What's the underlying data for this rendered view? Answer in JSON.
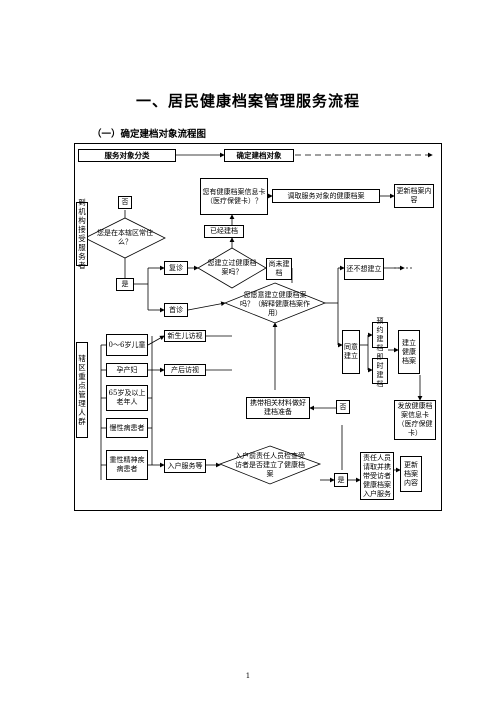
{
  "title": "一、居民健康档案管理服务流程",
  "subtitle": "（一）确定建档对象流程图",
  "header": {
    "left": "服务对象分类",
    "right": "确定建档对象"
  },
  "sidebar": {
    "top_group": "到机构接受服务者",
    "bottom_group": "辖区重点管理人群"
  },
  "nodes": {
    "no_top": "否",
    "yes_left": "是",
    "in_area_question": "您是在本辖区常住么？",
    "has_card": "您有健康档案信息卡（医疗保健卡）？",
    "retrieve": "调取服务对象的健康档案",
    "update_record": "更新档案内容",
    "already_built": "已经建档",
    "followup": "复诊",
    "built_question": "您建立过健康档案吗？",
    "not_built": "尚未建档",
    "no_want": "还不想建立",
    "first_visit": "首诊",
    "willing_question": "您愿意建立健康档案吗？（解释健康档案作用）",
    "agree": "同意建立",
    "appointment": "预约建档",
    "immediate": "即时建档",
    "build_record": "建立健康档案",
    "issue_card": "发放健康档案信息卡（医疗保健卡）",
    "bring_materials": "携带相关材料做好建档准备",
    "no_mid": "否",
    "yes_bottom": "是",
    "children": "0～6岁儿童",
    "newborn_visit": "新生儿访视",
    "pregnant": "孕产妇",
    "postpartum_visit": "产后访视",
    "elderly": "65岁及以上老年人",
    "chronic": "慢性病患者",
    "mental": "重性精神疾病患者",
    "home_service": "入户服务等",
    "home_question": "入户前责任人员检查受访者是否建立了健康档案",
    "responsible": "责任人员请取并携带受访者健康档案入户服务",
    "update_content": "更新档案内容"
  },
  "page_number": "1"
}
